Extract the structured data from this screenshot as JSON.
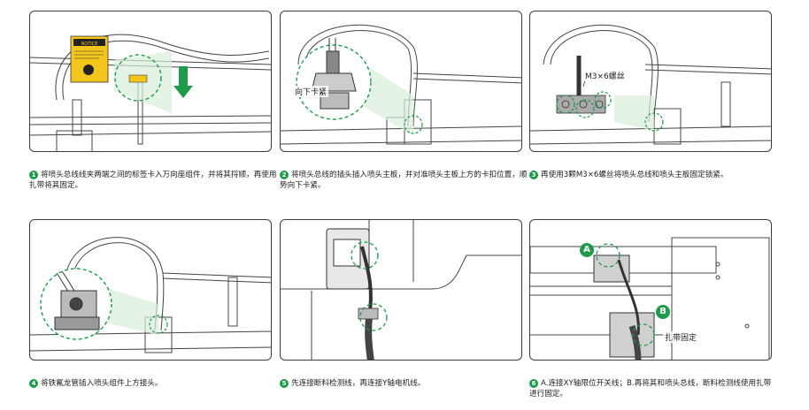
{
  "steps": [
    {
      "num": "1",
      "text": "将喷头总线线夹两端之间的标签卡入万向座组件，并将其捋顺，再使用扎带将其固定。"
    },
    {
      "num": "2",
      "text": "将喷头总线的插头插入喷头主板，并对准喷头主板上方的卡扣位置，顺势向下卡紧。"
    },
    {
      "num": "3",
      "text": "再使用3颗M3×6螺丝将喷头总线和喷头主板固定锁紧。"
    },
    {
      "num": "4",
      "text": "将铁氟龙管插入喷头组件上方接头。"
    },
    {
      "num": "5",
      "text": "先连接断料检测线，再连接Y轴电机线。"
    },
    {
      "num": "6",
      "text": "A.连接XY轴限位开关线；B.再将其和喷头总线，断料检测线使用扎带进行固定。"
    }
  ],
  "callouts": {
    "notice": "NOTICE",
    "push_down": "向下卡紧",
    "screw": "M3×6螺丝",
    "label_a": "A",
    "label_b": "B",
    "tie": "扎带固定"
  },
  "colors": {
    "accent": "#1f9a4b",
    "outline": "#3c3c3c",
    "label_yellow": "#f3c51d"
  }
}
